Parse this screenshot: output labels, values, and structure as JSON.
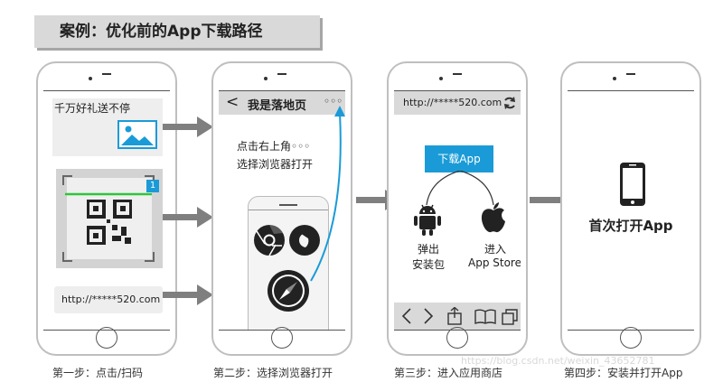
{
  "title": "案例：优化前的App下载路径",
  "phone1": {
    "ad_text": "千万好礼送不停",
    "qr_badge": "1",
    "url_text": "http://*****520.com",
    "caption": "第一步：点击/扫码"
  },
  "phone2": {
    "header_title": "我是落地页",
    "header_dots": "◦◦◦",
    "back": "<",
    "instruction_line1": "点击右上角◦◦◦",
    "instruction_line2": "选择浏览器打开",
    "caption": "第二步：选择浏览器打开"
  },
  "phone3": {
    "url_text": "http://*****520.com",
    "download_button": "下载App",
    "android_label_1": "弹出",
    "android_label_2": "安装包",
    "ios_label_1": "进入",
    "ios_label_2": "App Store",
    "caption": "第三步：进入应用商店"
  },
  "phone4": {
    "open_text": "首次打开App",
    "caption": "第四步：安装并打开App"
  },
  "watermark": "https://blog.csdn.net/weixin_43652781",
  "colors": {
    "accent": "#1a9bd7",
    "arrow": "#7f7f7f",
    "banner": "#d9d9d9",
    "card": "#eeeeee"
  }
}
